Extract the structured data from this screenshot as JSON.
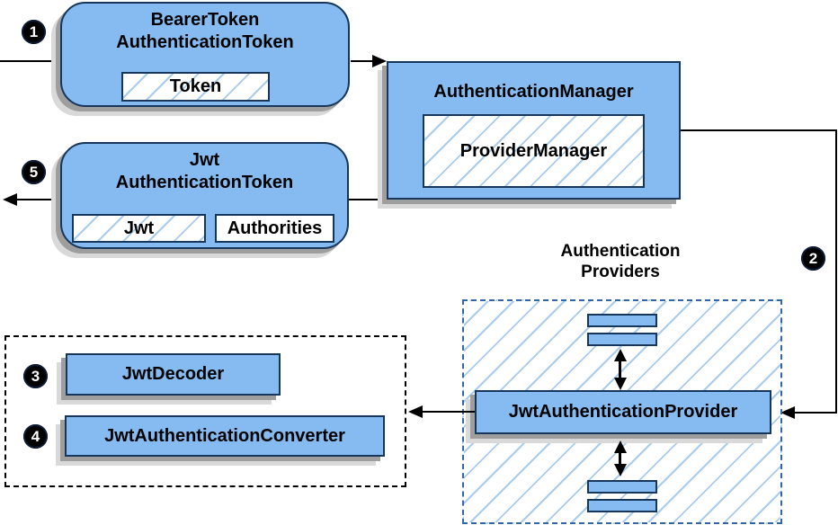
{
  "colors": {
    "node_fill": "#85BBF0",
    "node_border": "#16365C",
    "hatch_line": "#A9CBEE",
    "providers_dash_border": "#3465A4",
    "decoders_dash_border": "#000000",
    "shadow_dark": "#9E9E9E",
    "shadow_light": "#D9D9D9",
    "badge_bg": "#000000",
    "badge_text": "#FFFFFF",
    "arrow_color": "#000000"
  },
  "badges": {
    "b1": "1",
    "b2": "2",
    "b3": "3",
    "b4": "4",
    "b5": "5"
  },
  "nodes": {
    "bearer_token": {
      "title_line1": "BearerToken",
      "title_line2": "AuthenticationToken",
      "chip": "Token"
    },
    "authentication_manager": {
      "title": "AuthenticationManager",
      "chip": "ProviderManager"
    },
    "jwt_authentication_token": {
      "title_line1": "Jwt",
      "title_line2": "AuthenticationToken",
      "chip_jwt": "Jwt",
      "chip_authorities": "Authorities"
    },
    "providers_group": {
      "label_line1": "Authentication",
      "label_line2": "Providers"
    },
    "jwt_authentication_provider": {
      "title": "JwtAuthenticationProvider"
    },
    "jwt_decoder": {
      "title": "JwtDecoder"
    },
    "jwt_authentication_converter": {
      "title": "JwtAuthenticationConverter"
    }
  }
}
